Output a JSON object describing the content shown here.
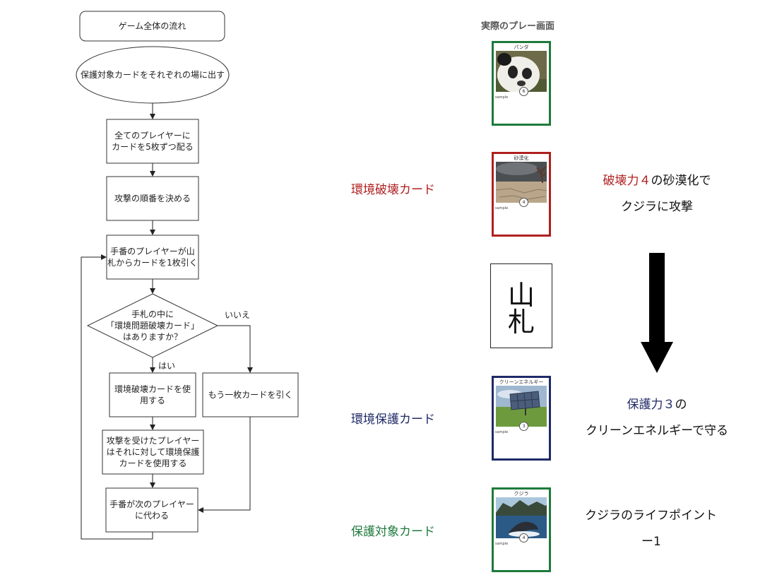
{
  "flowchart": {
    "title": "ゲーム全体の流れ",
    "step_place": "保護対象カードをそれぞれの場に出す",
    "step_deal": "全てのプレイヤーに\nカードを5枚ずつ配る",
    "step_order": "攻撃の順番を決める",
    "step_draw": "手番のプレイヤーが山\n札からカードを1枚引く",
    "decision": "手札の中に\n「環境問題破壊カード」\nはありますか？",
    "label_no": "いいえ",
    "label_yes": "はい",
    "step_use_destroy": "環境破壊カードを使\n用する",
    "step_draw_another": "もう一枚カードを引く",
    "step_protect": "攻撃を受けたプレイヤー\nはそれに対して環境保護\nカードを使用する",
    "step_next": "手番が次のプレイヤー\nに代わる"
  },
  "gameplay": {
    "heading": "実際のプレー画面",
    "cards": {
      "panda": {
        "title": "パンダ",
        "badge": "6",
        "sample": "sample",
        "frame_color": "#1e7a3c"
      },
      "desert": {
        "title": "砂漠化",
        "badge": "4",
        "sample": "sample",
        "frame_color": "#b01f1f"
      },
      "clean": {
        "title": "クリーンエネルギー",
        "badge": "3",
        "sample": "sample",
        "frame_color": "#1f2a66"
      },
      "whale": {
        "title": "クジラ",
        "badge": "4",
        "sample": "sample",
        "frame_color": "#1e7a3c"
      }
    },
    "deck": {
      "line1": "山",
      "line2": "札"
    },
    "labels": {
      "destroy": {
        "text": "環境破壊カード",
        "color": "#b01f1f"
      },
      "protect": {
        "text": "環境保護カード",
        "color": "#1f2a66"
      },
      "target": {
        "text": "保護対象カード",
        "color": "#1e7a3c"
      }
    },
    "desc_attack": {
      "hl": "破壊力４",
      "rest": "の砂漠化で",
      "line2": "クジラに攻撃",
      "hl_color": "#b01f1f"
    },
    "desc_defend": {
      "hl": "保護力３",
      "rest": "の",
      "line2": "クリーンエネルギーで守る",
      "hl_color": "#1f2a66"
    },
    "desc_result": {
      "line1": "クジラのライフポイント",
      "line2": "ー1"
    }
  }
}
